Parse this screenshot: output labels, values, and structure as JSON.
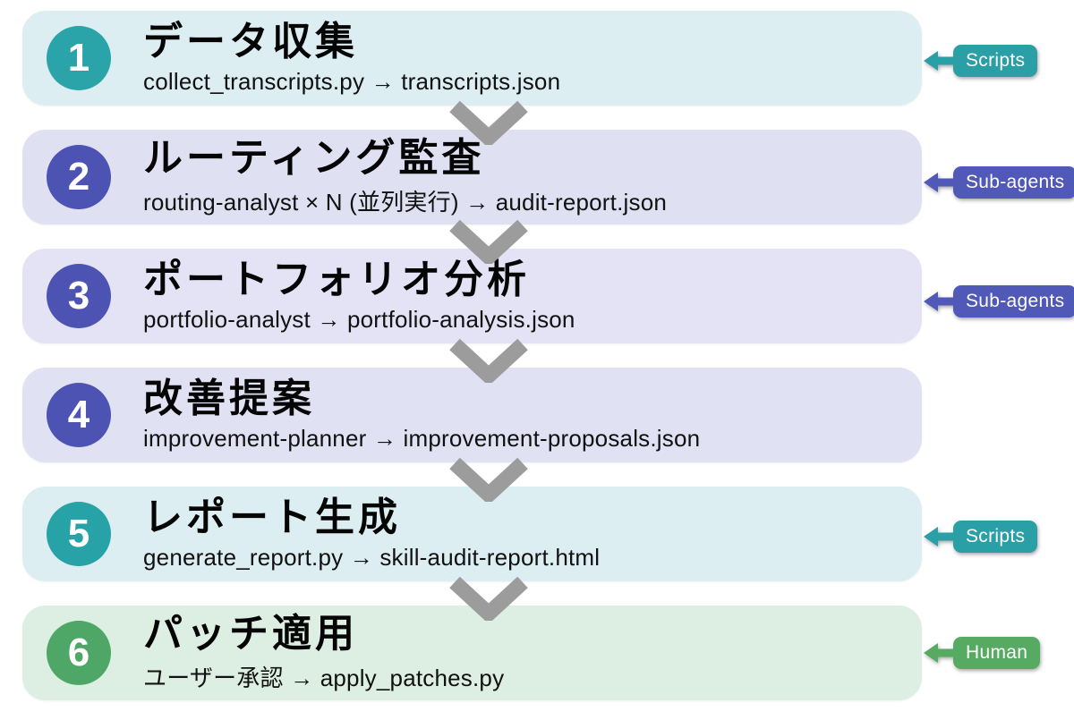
{
  "diagram": {
    "background": "#ffffff",
    "chevron_color": "#9c9c9c",
    "steps": [
      {
        "number": "1",
        "title": "データ収集",
        "subtitle": "collect_transcripts.py → transcripts.json",
        "circle_color": "#2aa4a9",
        "row_bg": "#ddeef2",
        "tag": {
          "label": "Scripts",
          "color": "#2a9fa6"
        }
      },
      {
        "number": "2",
        "title": "ルーティング監査",
        "subtitle": "routing-analyst × N (並列実行) → audit-report.json",
        "circle_color": "#4d53b3",
        "row_bg": "#dfe1f2",
        "tag": {
          "label": "Sub-agents",
          "color": "#5058b8"
        }
      },
      {
        "number": "3",
        "title": "ポートフォリオ分析",
        "subtitle": "portfolio-analyst → portfolio-analysis.json",
        "circle_color": "#4d53b3",
        "row_bg": "#e4e3f6",
        "tag": {
          "label": "Sub-agents",
          "color": "#5058b8"
        }
      },
      {
        "number": "4",
        "title": "改善提案",
        "subtitle": "improvement-planner → improvement-proposals.json",
        "circle_color": "#4d53b3",
        "row_bg": "#e0e1f3",
        "tag": null
      },
      {
        "number": "5",
        "title": "レポート生成",
        "subtitle": "generate_report.py → skill-audit-report.html",
        "circle_color": "#27a2a7",
        "row_bg": "#ddeef2",
        "tag": {
          "label": "Scripts",
          "color": "#2a9fa6"
        }
      },
      {
        "number": "6",
        "title": "パッチ適用",
        "subtitle": "ユーザー承認 → apply_patches.py",
        "circle_color": "#4ea767",
        "row_bg": "#ddeee3",
        "tag": {
          "label": "Human",
          "color": "#57aa61"
        }
      }
    ]
  }
}
